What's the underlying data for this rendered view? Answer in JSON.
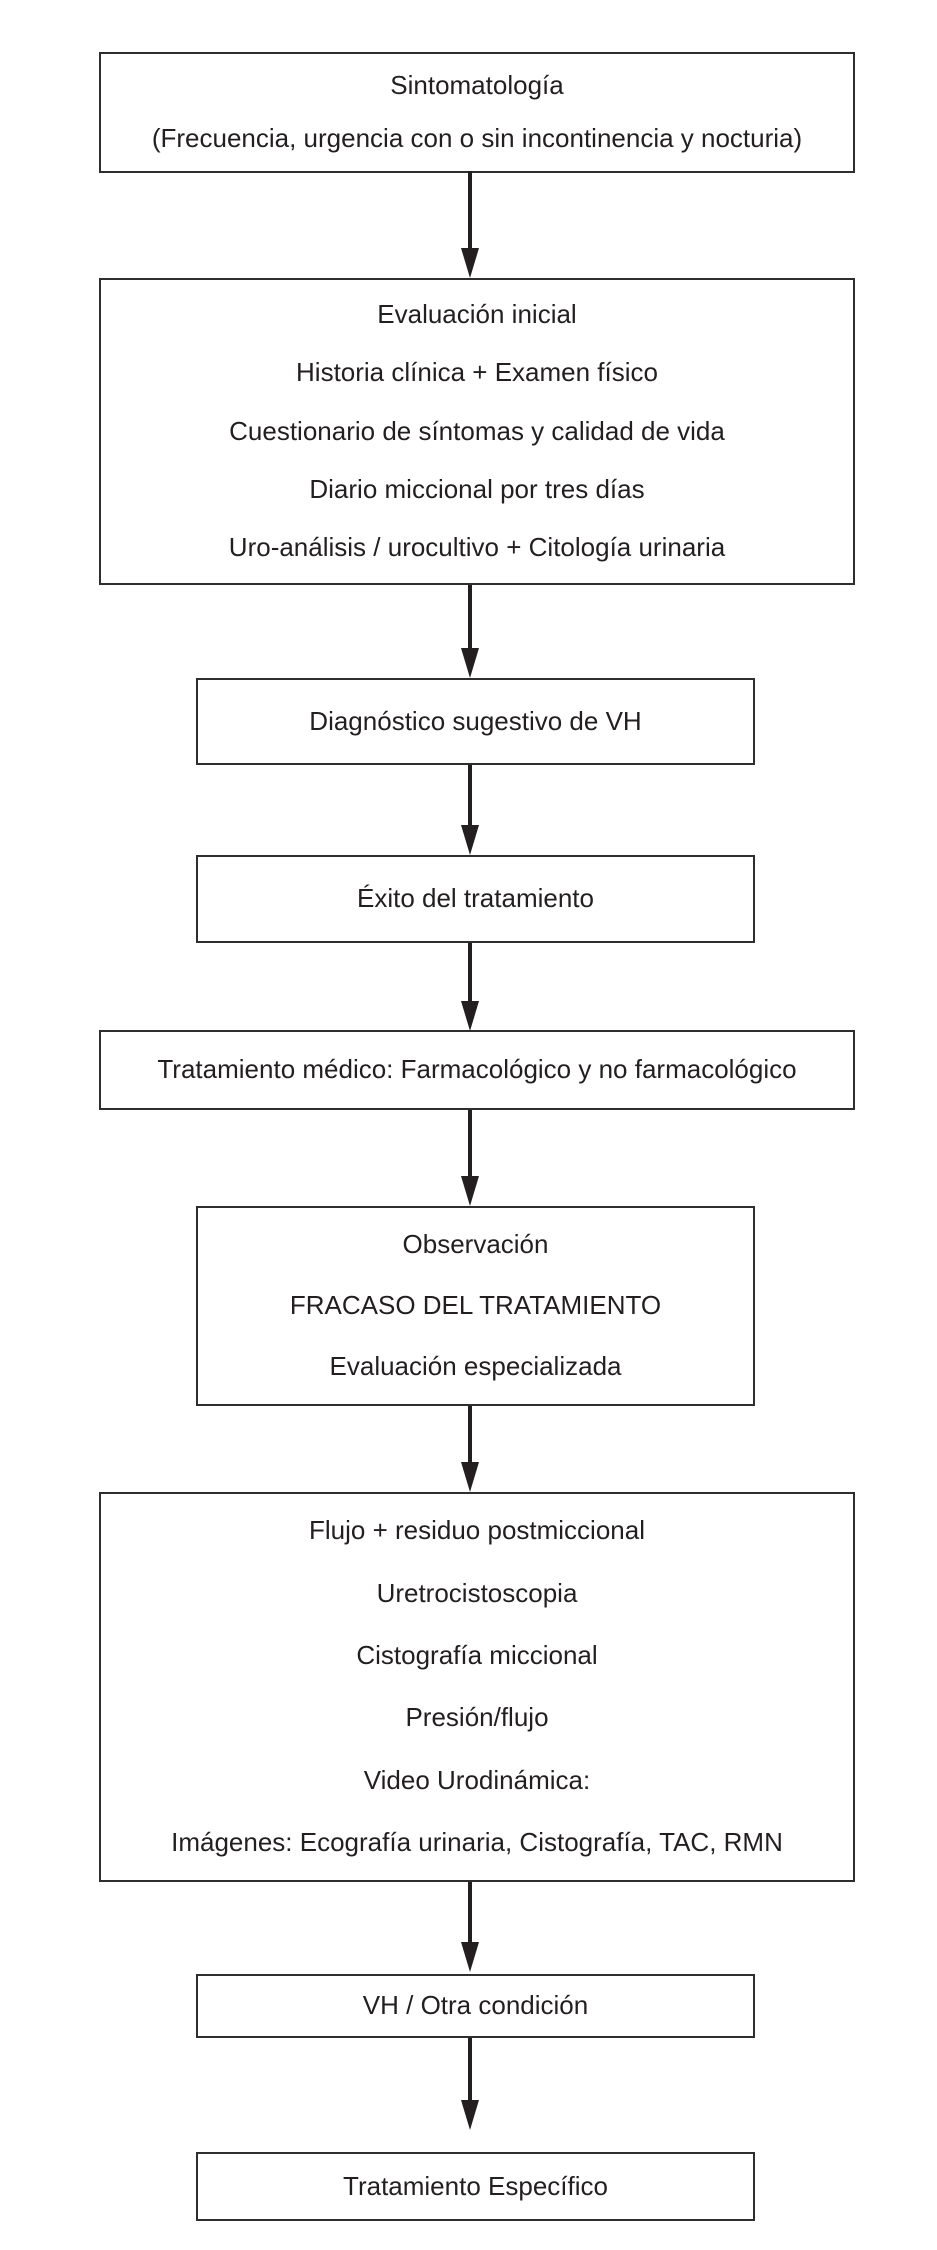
{
  "figure": {
    "type": "flowchart",
    "background_color": "#ffffff",
    "box_border_color": "#2e2e2e",
    "text_color": "#231f20",
    "arrow_color": "#231f20"
  },
  "nodes": [
    {
      "id": "sintomatologia",
      "lines": [
        "Sintomatología",
        "(Frecuencia, urgencia con o sin incontinencia y nocturia)"
      ]
    },
    {
      "id": "evaluacion-inicial",
      "lines": [
        "Evaluación inicial",
        "Historia clínica + Examen físico",
        "Cuestionario de síntomas y calidad de vida",
        "Diario miccional por tres días",
        "Uro-análisis / urocultivo + Citología urinaria"
      ]
    },
    {
      "id": "diagnostico-sugestivo-vh",
      "lines": [
        "Diagnóstico sugestivo de VH"
      ]
    },
    {
      "id": "exito-del-tratamiento",
      "lines": [
        "Éxito del tratamiento"
      ]
    },
    {
      "id": "tratamiento-medico",
      "lines": [
        "Tratamiento médico: Farmacológico y no farmacológico"
      ]
    },
    {
      "id": "observacion-fracaso",
      "lines": [
        "Observación",
        "FRACASO DEL TRATAMIENTO",
        "Evaluación especializada"
      ]
    },
    {
      "id": "evaluacion-especializada-estudios",
      "lines": [
        "Flujo + residuo postmiccional",
        "Uretrocistoscopia",
        "Cistografía miccional",
        "Presión/flujo",
        "Video Urodinámica:",
        "Imágenes: Ecografía urinaria, Cistografía, TAC, RMN"
      ]
    },
    {
      "id": "vh-otra-condicion",
      "lines": [
        "VH / Otra condición"
      ]
    },
    {
      "id": "tratamiento-especifico",
      "lines": [
        "Tratamiento Específico"
      ]
    }
  ],
  "edges": [
    {
      "from": "sintomatologia",
      "to": "evaluacion-inicial"
    },
    {
      "from": "evaluacion-inicial",
      "to": "diagnostico-sugestivo-vh"
    },
    {
      "from": "diagnostico-sugestivo-vh",
      "to": "exito-del-tratamiento"
    },
    {
      "from": "exito-del-tratamiento",
      "to": "tratamiento-medico"
    },
    {
      "from": "tratamiento-medico",
      "to": "observacion-fracaso"
    },
    {
      "from": "observacion-fracaso",
      "to": "evaluacion-especializada-estudios"
    },
    {
      "from": "evaluacion-especializada-estudios",
      "to": "vh-otra-condicion"
    },
    {
      "from": "vh-otra-condicion",
      "to": "tratamiento-especifico"
    }
  ]
}
